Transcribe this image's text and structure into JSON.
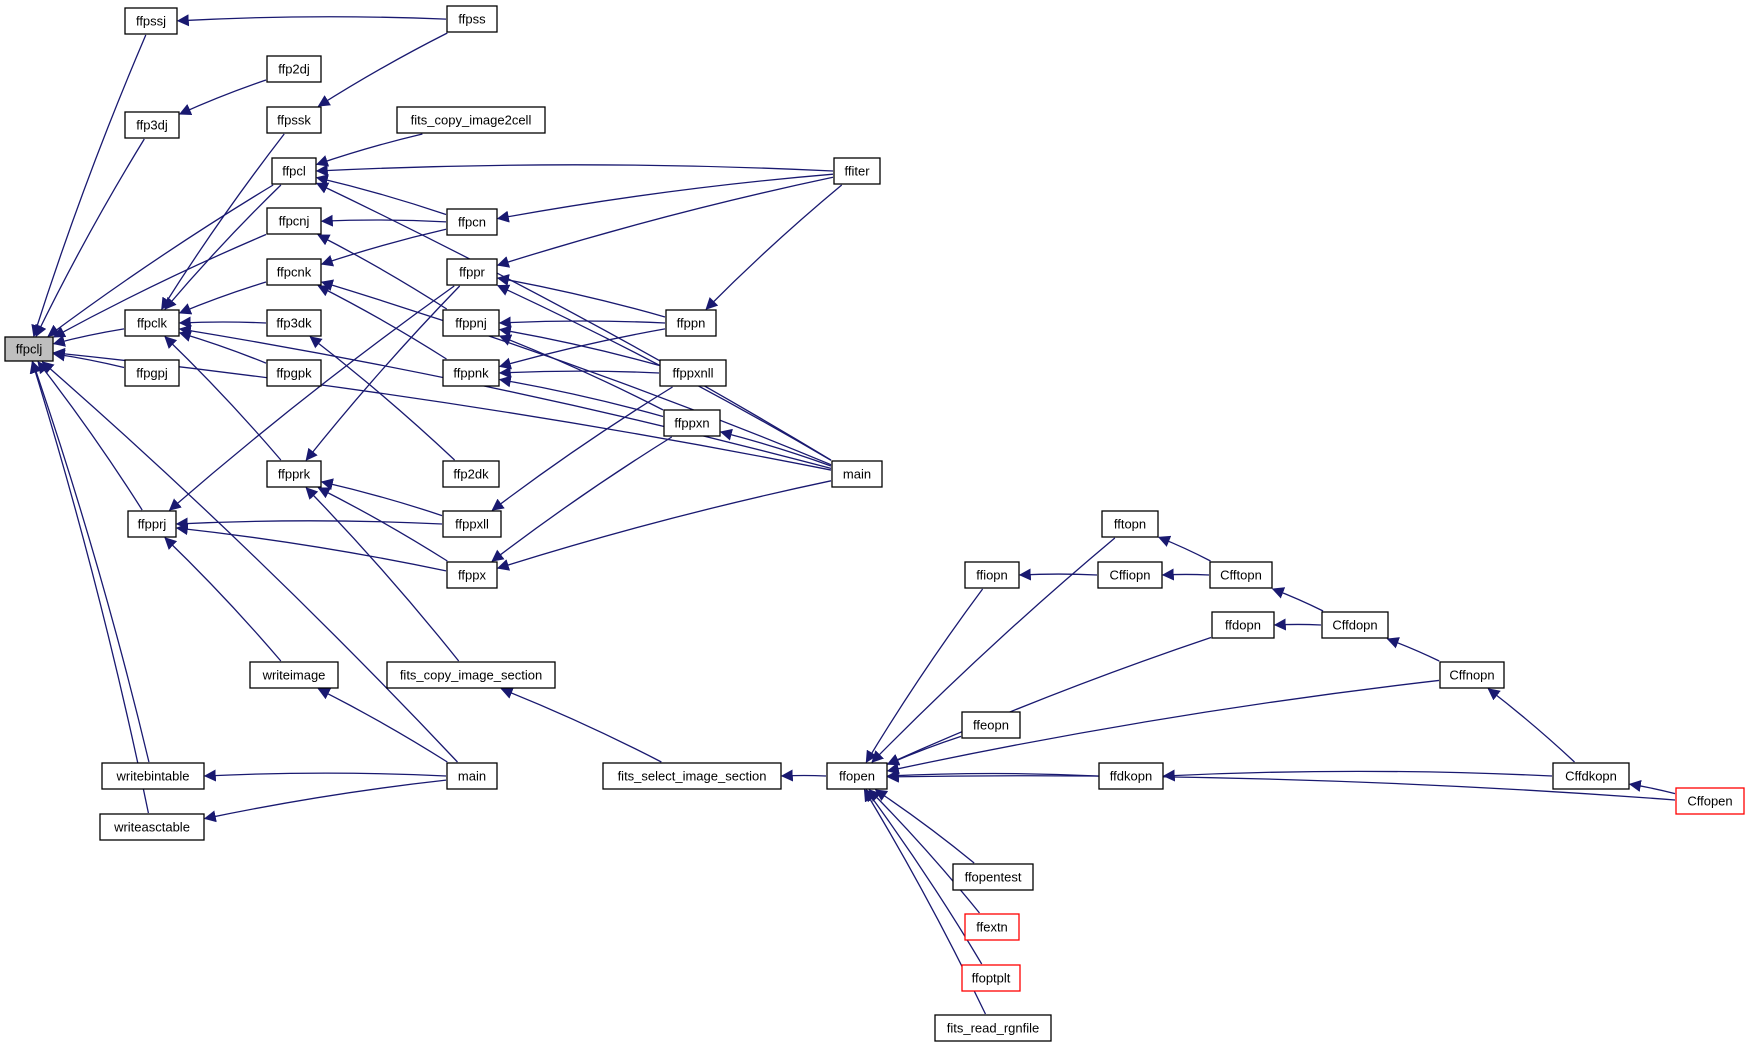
{
  "graph": {
    "type": "caller-graph",
    "colors": {
      "edge": "#191970",
      "root_fill": "#bfbfbf",
      "node_border": "#000000",
      "truncated_border": "#ff0000"
    },
    "nodes": [
      {
        "id": "ffpclj",
        "label": "ffpclj",
        "root": true
      },
      {
        "id": "ffpssj",
        "label": "ffpssj"
      },
      {
        "id": "ffpss",
        "label": "ffpss"
      },
      {
        "id": "ffp2dj",
        "label": "ffp2dj"
      },
      {
        "id": "ffp3dj",
        "label": "ffp3dj"
      },
      {
        "id": "ffpssk",
        "label": "ffpssk"
      },
      {
        "id": "fits_copy_image2cell",
        "label": "fits_copy_image2cell"
      },
      {
        "id": "ffpcl",
        "label": "ffpcl"
      },
      {
        "id": "ffiter",
        "label": "ffiter"
      },
      {
        "id": "ffpcnj",
        "label": "ffpcnj"
      },
      {
        "id": "ffpcn",
        "label": "ffpcn"
      },
      {
        "id": "ffpcnk",
        "label": "ffpcnk"
      },
      {
        "id": "ffppr",
        "label": "ffppr"
      },
      {
        "id": "ffpclk",
        "label": "ffpclk"
      },
      {
        "id": "ffp3dk",
        "label": "ffp3dk"
      },
      {
        "id": "ffppnj",
        "label": "ffppnj"
      },
      {
        "id": "ffppn",
        "label": "ffppn"
      },
      {
        "id": "ffpgpj",
        "label": "ffpgpj"
      },
      {
        "id": "ffpgpk",
        "label": "ffpgpk"
      },
      {
        "id": "ffppnk",
        "label": "ffppnk"
      },
      {
        "id": "ffppxnll",
        "label": "ffppxnll"
      },
      {
        "id": "ffppxn",
        "label": "ffppxn"
      },
      {
        "id": "ffpprk",
        "label": "ffpprk"
      },
      {
        "id": "ffp2dk",
        "label": "ffp2dk"
      },
      {
        "id": "main1",
        "label": "main"
      },
      {
        "id": "ffpprj",
        "label": "ffpprj"
      },
      {
        "id": "ffppxll",
        "label": "ffppxll"
      },
      {
        "id": "ffppx",
        "label": "ffppx"
      },
      {
        "id": "writeimage",
        "label": "writeimage"
      },
      {
        "id": "fits_copy_image_section",
        "label": "fits_copy_image_section"
      },
      {
        "id": "writebintable",
        "label": "writebintable"
      },
      {
        "id": "main2",
        "label": "main"
      },
      {
        "id": "writeasctable",
        "label": "writeasctable"
      },
      {
        "id": "fits_select_image_section",
        "label": "fits_select_image_section"
      },
      {
        "id": "ffopen",
        "label": "ffopen"
      },
      {
        "id": "fftopn",
        "label": "fftopn"
      },
      {
        "id": "ffiopn",
        "label": "ffiopn"
      },
      {
        "id": "Cffiopn",
        "label": "Cffiopn"
      },
      {
        "id": "Cfftopn",
        "label": "Cfftopn"
      },
      {
        "id": "ffdopn",
        "label": "ffdopn"
      },
      {
        "id": "Cffdopn",
        "label": "Cffdopn"
      },
      {
        "id": "Cffnopn",
        "label": "Cffnopn"
      },
      {
        "id": "ffeopn",
        "label": "ffeopn"
      },
      {
        "id": "ffdkopn",
        "label": "ffdkopn"
      },
      {
        "id": "Cffdkopn",
        "label": "Cffdkopn"
      },
      {
        "id": "Cffopen",
        "label": "Cffopen",
        "truncated": true
      },
      {
        "id": "ffopentest",
        "label": "ffopentest"
      },
      {
        "id": "ffextn",
        "label": "ffextn",
        "truncated": true
      },
      {
        "id": "ffoptplt",
        "label": "ffoptplt",
        "truncated": true
      },
      {
        "id": "fits_read_rgnfile",
        "label": "fits_read_rgnfile"
      }
    ],
    "edges": [
      [
        "ffpclj",
        "ffpssj"
      ],
      [
        "ffpclj",
        "ffp3dj"
      ],
      [
        "ffpclj",
        "ffpcl"
      ],
      [
        "ffpclj",
        "ffpcnj"
      ],
      [
        "ffpclj",
        "ffpclk"
      ],
      [
        "ffpclj",
        "ffpgpj"
      ],
      [
        "ffpclj",
        "ffpprj"
      ],
      [
        "ffpclj",
        "writebintable"
      ],
      [
        "ffpclj",
        "writeasctable"
      ],
      [
        "ffpclj",
        "main1"
      ],
      [
        "ffpclj",
        "main2"
      ],
      [
        "ffpssj",
        "ffpss"
      ],
      [
        "ffp3dj",
        "ffp2dj"
      ],
      [
        "ffpssk",
        "ffpss"
      ],
      [
        "ffpcl",
        "fits_copy_image2cell"
      ],
      [
        "ffpcl",
        "ffiter"
      ],
      [
        "ffpcl",
        "ffpcn"
      ],
      [
        "ffpcl",
        "main1"
      ],
      [
        "ffpcnj",
        "ffpcn"
      ],
      [
        "ffpcnj",
        "ffppnj"
      ],
      [
        "ffpcnk",
        "ffpcn"
      ],
      [
        "ffpcnk",
        "ffppnk"
      ],
      [
        "ffpcnk",
        "main1"
      ],
      [
        "ffpcn",
        "ffiter"
      ],
      [
        "ffppr",
        "ffiter"
      ],
      [
        "ffppr",
        "ffppn"
      ],
      [
        "ffppr",
        "main1"
      ],
      [
        "ffppn",
        "ffiter"
      ],
      [
        "ffpclk",
        "ffpssk"
      ],
      [
        "ffpclk",
        "ffpcl"
      ],
      [
        "ffpclk",
        "ffpcnk"
      ],
      [
        "ffpclk",
        "ffp3dk"
      ],
      [
        "ffpclk",
        "ffpgpk"
      ],
      [
        "ffpclk",
        "ffpprk"
      ],
      [
        "ffpclk",
        "main1"
      ],
      [
        "ffp3dk",
        "ffp2dk"
      ],
      [
        "ffppnj",
        "ffppn"
      ],
      [
        "ffppnj",
        "ffppxnll"
      ],
      [
        "ffppnj",
        "ffppxn"
      ],
      [
        "ffppnk",
        "ffppn"
      ],
      [
        "ffppnk",
        "ffppxnll"
      ],
      [
        "ffppnk",
        "ffppxn"
      ],
      [
        "ffppxn",
        "main1"
      ],
      [
        "ffpprk",
        "ffppr"
      ],
      [
        "ffpprk",
        "ffppxll"
      ],
      [
        "ffpprk",
        "ffppx"
      ],
      [
        "ffpprk",
        "fits_copy_image_section"
      ],
      [
        "ffpprj",
        "ffppr"
      ],
      [
        "ffpprj",
        "ffppxll"
      ],
      [
        "ffpprj",
        "ffppx"
      ],
      [
        "ffpprj",
        "writeimage"
      ],
      [
        "ffppxll",
        "ffppxnll"
      ],
      [
        "ffppx",
        "ffppxn"
      ],
      [
        "ffppx",
        "main1"
      ],
      [
        "writeimage",
        "main2"
      ],
      [
        "writebintable",
        "main2"
      ],
      [
        "writeasctable",
        "main2"
      ],
      [
        "fits_copy_image_section",
        "fits_select_image_section"
      ],
      [
        "fits_select_image_section",
        "ffopen"
      ],
      [
        "ffopen",
        "fftopn"
      ],
      [
        "ffopen",
        "ffiopn"
      ],
      [
        "ffopen",
        "ffdopn"
      ],
      [
        "ffopen",
        "Cffnopn"
      ],
      [
        "ffopen",
        "ffeopn"
      ],
      [
        "ffopen",
        "ffdkopn"
      ],
      [
        "ffopen",
        "Cffopen"
      ],
      [
        "ffopen",
        "ffopentest"
      ],
      [
        "ffopen",
        "ffextn"
      ],
      [
        "ffopen",
        "ffoptplt"
      ],
      [
        "ffopen",
        "fits_read_rgnfile"
      ],
      [
        "fftopn",
        "Cfftopn"
      ],
      [
        "ffiopn",
        "Cffiopn"
      ],
      [
        "Cffiopn",
        "Cfftopn"
      ],
      [
        "ffdopn",
        "Cffdopn"
      ],
      [
        "Cfftopn",
        "Cffdopn"
      ],
      [
        "Cffdopn",
        "Cffnopn"
      ],
      [
        "ffdkopn",
        "Cffdkopn"
      ],
      [
        "Cffnopn",
        "Cffdkopn"
      ],
      [
        "Cffdkopn",
        "Cffopen"
      ]
    ]
  }
}
